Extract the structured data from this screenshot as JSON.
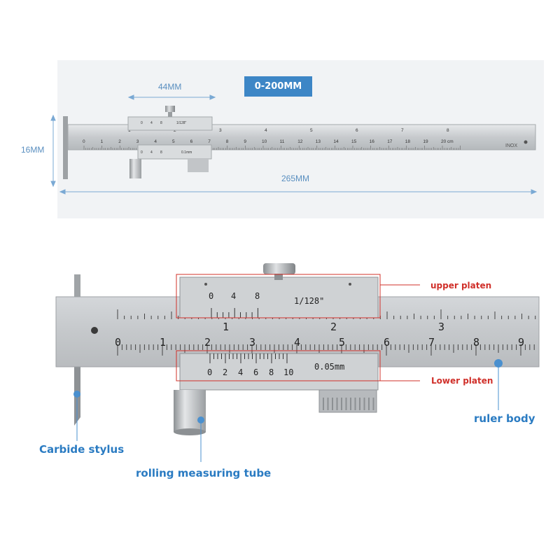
{
  "spec_badge": "0-200MM",
  "dimensions": {
    "slider_width": "44MM",
    "height": "16MM",
    "total_length": "265MM"
  },
  "top_ruler": {
    "main_scale_numbers": [
      "0",
      "1",
      "2",
      "3",
      "4",
      "5",
      "6",
      "7",
      "8",
      "9",
      "10",
      "11",
      "12",
      "13",
      "14",
      "15",
      "16",
      "17",
      "18",
      "19",
      "20 cm"
    ],
    "inch_numbers": [
      "1",
      "2",
      "3",
      "4",
      "5",
      "6",
      "7",
      "8"
    ],
    "brand": "INOX",
    "upper_vernier_numbers": [
      "0",
      "4",
      "8"
    ],
    "upper_vernier_text": "1/128\"",
    "lower_vernier_numbers": [
      "0",
      "4",
      "8"
    ],
    "lower_vernier_text": "0.1mm"
  },
  "detail_ruler": {
    "main_scale_numbers": [
      "0",
      "1",
      "2",
      "3",
      "4",
      "5",
      "6",
      "7",
      "8",
      "9"
    ],
    "inch_numbers": [
      "1",
      "2",
      "3"
    ],
    "upper_vernier_numbers": [
      "0",
      "4",
      "8"
    ],
    "upper_vernier_text": "1/128\"",
    "lower_vernier_numbers": [
      "0",
      "2",
      "4",
      "6",
      "8",
      "10"
    ],
    "lower_vernier_text": "0.05mm"
  },
  "labels": {
    "upper_platen": "upper platen",
    "lower_platen": "Lower platen",
    "ruler_body": "ruler body",
    "carbide_stylus": "Carbide stylus",
    "rolling_tube": "rolling measuring tube"
  },
  "colors": {
    "accent_blue": "#3d86c6",
    "callout_blue": "#2a7bc2",
    "highlight_red": "#d0302a",
    "steel": "#c9ccce"
  }
}
